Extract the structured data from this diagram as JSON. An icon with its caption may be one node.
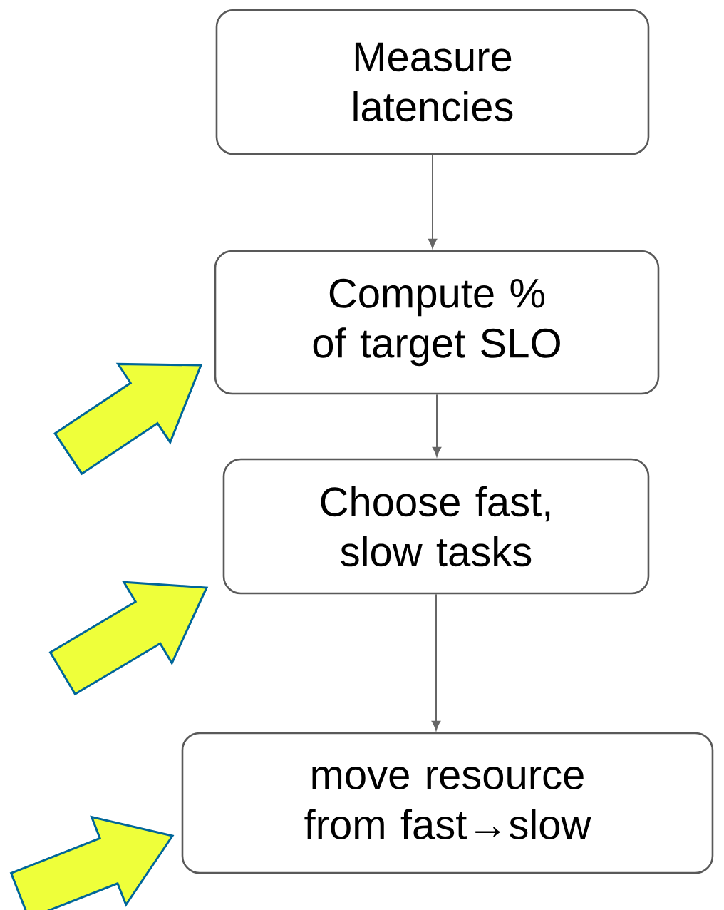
{
  "diagram": {
    "nodes": [
      {
        "text": [
          "Measure latencies"
        ]
      },
      {
        "text": [
          "Compute % of target SLO"
        ]
      },
      {
        "text": [
          "Choose fast, slow tasks"
        ]
      },
      {
        "text": [
          "move resource from fast→slow"
        ]
      }
    ],
    "edges": [
      {
        "from": 0,
        "to": 1,
        "arrow": "to"
      },
      {
        "from": 1,
        "to": 2,
        "arrow": "to"
      },
      {
        "from": 2,
        "to": 3,
        "arrow": "to"
      },
      {
        "from": null,
        "to": 1,
        "arrow": "to",
        "style": "thick",
        "color": "#eeff3a"
      },
      {
        "from": null,
        "to": 2,
        "arrow": "to",
        "style": "thick",
        "color": "#eeff3a"
      },
      {
        "from": null,
        "to": 3,
        "arrow": "to",
        "style": "thick",
        "color": "#eeff3a"
      }
    ]
  }
}
